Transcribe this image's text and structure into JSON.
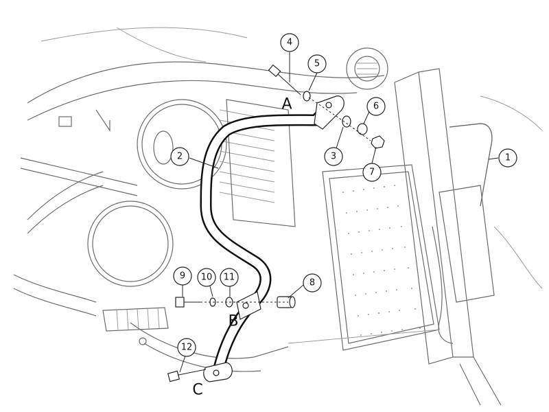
{
  "diagram": {
    "part_labels": [
      "1",
      "2",
      "3",
      "4",
      "5",
      "6",
      "7",
      "8",
      "9",
      "10",
      "11",
      "12"
    ],
    "point_labels": [
      "A",
      "B",
      "C"
    ]
  }
}
